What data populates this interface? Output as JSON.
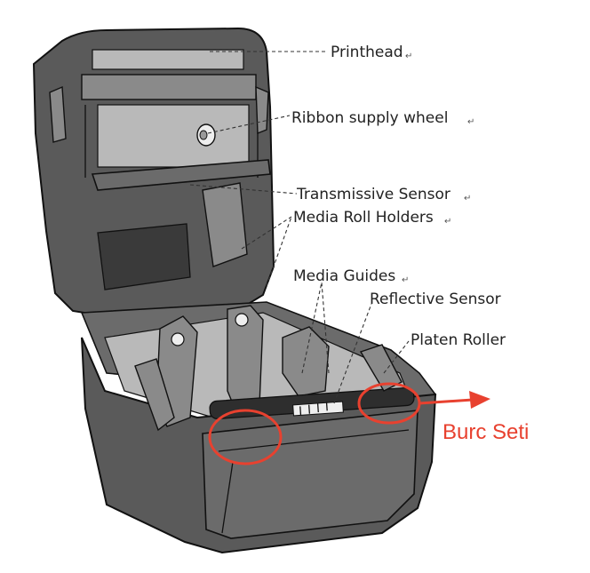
{
  "labels": {
    "printhead": "Printhead",
    "ribbon_supply_wheel": "Ribbon supply wheel",
    "transmissive_sensor": "Transmissive Sensor",
    "media_roll_holders": "Media Roll Holders",
    "media_guides": "Media Guides",
    "reflective_sensor": "Reflective Sensor",
    "platen_roller": "Platen Roller"
  },
  "paragraph_mark": "↵",
  "annotation": {
    "text": "Burc Seti",
    "color": "#e8412f"
  },
  "colors": {
    "printer_body": "#5a5a5a",
    "leader_lines": "#333333"
  }
}
